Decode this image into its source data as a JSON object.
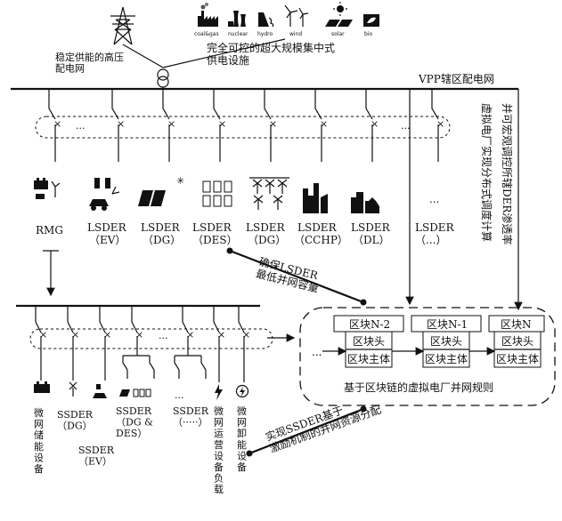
{
  "top": {
    "grid_label": "稳定供能的高压\n配电网",
    "central_label": "完全可控的超大规模集中式\n供电设施",
    "source_icons": [
      "coal&gas",
      "nuclear",
      "hydro",
      "wind",
      "solar",
      "bio"
    ]
  },
  "vpp_bus_label": "VPP辖区配电网",
  "right_labels": {
    "inner": "虚拟电厂实现分布式调度计算",
    "outer": "并可宏观调控所辖DER渗透率"
  },
  "lsder": {
    "rmg": "RMG",
    "items": [
      {
        "name": "LSDER",
        "sub": "（EV）"
      },
      {
        "name": "LSDER",
        "sub": "（DG）"
      },
      {
        "name": "LSDER",
        "sub": "（DES）"
      },
      {
        "name": "LSDER",
        "sub": "（DG）"
      },
      {
        "name": "LSDER",
        "sub": "（CCHP）"
      },
      {
        "name": "LSDER",
        "sub": "（DL）"
      }
    ],
    "ellipsis": "...",
    "last": {
      "name": "LSDER",
      "sub": "（...）"
    }
  },
  "annotation_lsder": "确保LSDER\n最低并网容量",
  "blockchain": {
    "blocks": [
      {
        "title": "区块N-2",
        "head": "区块头",
        "body": "区块主体"
      },
      {
        "title": "区块N-1",
        "head": "区块头",
        "body": "区块主体"
      },
      {
        "title": "区块N",
        "head": "区块头",
        "body": "区块主体"
      }
    ],
    "ellipsis": "...",
    "caption": "基于区块链的虚拟电厂并网规则"
  },
  "microgrid": {
    "storage": "微\n网\n储\n能\n设\n备",
    "ss_dg": "SSDER\n（DG）",
    "ss_ev": "SSDER\n（EV）",
    "ss_dgdes": "SSDER\n（DG &\nDES）",
    "ss_more": "SSDER\n（·····）",
    "dots_small": "...",
    "load": "微\n网\n运\n营\n设\n备\n负\n载",
    "unload": "微\n网\n卸\n能\n设\n备"
  },
  "annotation_ssder": "实现SSDER基于\n激励机制的并网资源分配",
  "bus_dots": "···"
}
